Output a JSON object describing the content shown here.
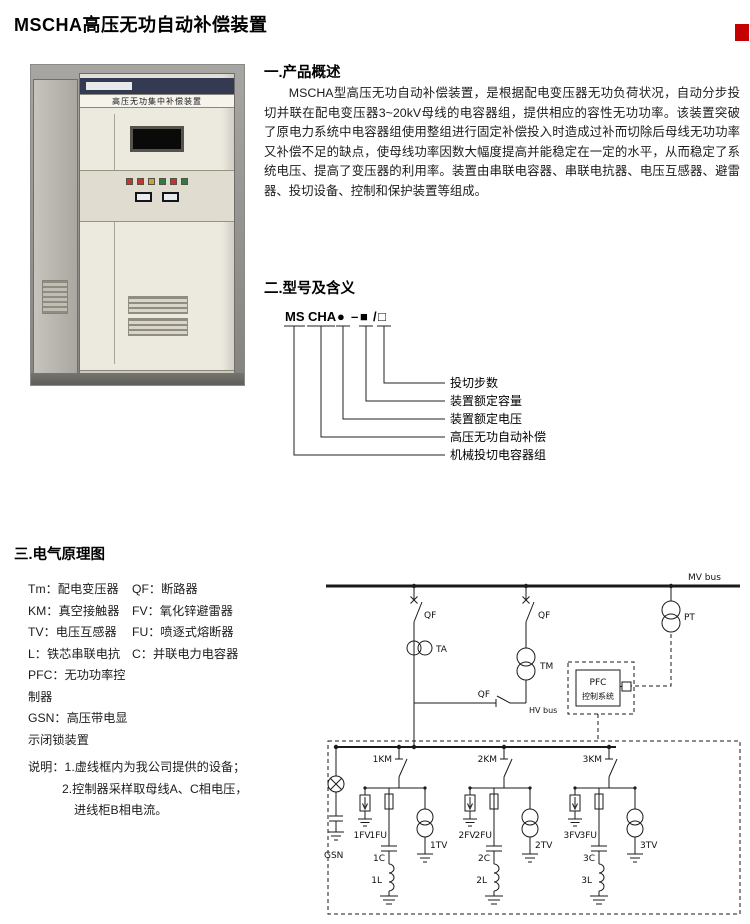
{
  "header": {
    "title": "MSCHA高压无功自动补偿装置"
  },
  "photo": {
    "nameplate": "高压无功集中补偿装置"
  },
  "overview": {
    "heading": "一.产品概述",
    "body": "MSCHA型高压无功自动补偿装置，是根据配电变压器无功负荷状况，自动分步投切并联在配电变压器3~20kV母线的电容器组，提供相应的容性无功功率。该装置突破了原电力系统中电容器组使用整组进行固定补偿投入时造成过补而切除后母线无功功率又补偿不足的缺点，使母线功率因数大幅度提高并能稳定在一定的水平，从而稳定了系统电压、提高了变压器的利用率。装置由串联电容器、串联电抗器、电压互感器、避雷器、投切设备、控制和保护装置等组成。"
  },
  "model": {
    "heading": "二.型号及含义",
    "tokens": {
      "ms": "MS",
      "cha": "CHA",
      "dot": "●",
      "dash": "–",
      "square": "■",
      "slash": "/",
      "box": "□"
    },
    "labels": [
      "投切步数",
      "装置额定容量",
      "装置额定电压",
      "高压无功自动补偿",
      "机械投切电容器组"
    ]
  },
  "schematic_section": {
    "heading": "三.电气原理图",
    "legend": [
      [
        "Tm：配电变压器",
        "QF：断路器"
      ],
      [
        "KM：真空接触器",
        "FV：氧化锌避雷器"
      ],
      [
        "TV：电压互感器",
        "FU：喷逐式熔断器"
      ],
      [
        "L：铁芯串联电抗",
        "C：并联电力电容器"
      ],
      [
        "PFC：无功功率控制器",
        ""
      ],
      [
        "GSN：高压带电显示闭锁装置",
        ""
      ]
    ],
    "notes": [
      "说明：1.虚线框内为我公司提供的设备；",
      "2.控制器采样取母线A、C相电压，",
      "进线柜B相电流。"
    ]
  },
  "schematic": {
    "mv_bus": "MV bus",
    "pt": "PT",
    "qf_feeder": "QF",
    "ta": "TA",
    "qf_tm": "QF",
    "tm": "TM",
    "qf_hv": "QF",
    "hv_bus": "HV bus",
    "pfc_title": "PFC",
    "pfc_sub": "控制系统",
    "gsn": "GSN",
    "feeders": [
      {
        "km": "1KM",
        "fv": "1FV",
        "fu": "1FU",
        "tv": "1TV",
        "c": "1C",
        "l": "1L"
      },
      {
        "km": "2KM",
        "fv": "2FV",
        "fu": "2FU",
        "tv": "2TV",
        "c": "2C",
        "l": "2L"
      },
      {
        "km": "3KM",
        "fv": "3FV",
        "fu": "3FU",
        "tv": "3TV",
        "c": "3C",
        "l": "3L"
      }
    ]
  }
}
